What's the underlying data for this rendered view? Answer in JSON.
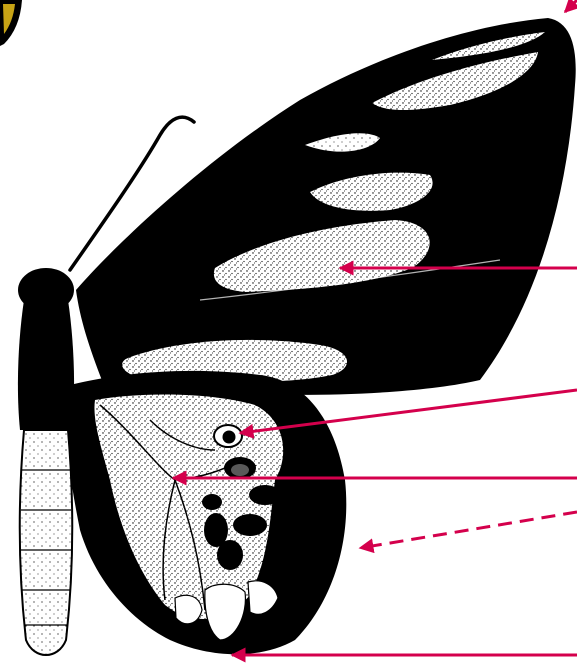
{
  "figure": {
    "subject": "butterfly-wing-illustration",
    "colors": {
      "ink": "#000000",
      "paper": "#ffffff",
      "pointer": "#d4004c",
      "corner_ornament": "#c8a415"
    },
    "pointers": [
      {
        "id": "apex",
        "style": "solid"
      },
      {
        "id": "forewing-pale-patch",
        "style": "solid"
      },
      {
        "id": "hindwing-eyespot",
        "style": "solid"
      },
      {
        "id": "hindwing-cell",
        "style": "solid"
      },
      {
        "id": "hindwing-margin",
        "style": "dashed"
      },
      {
        "id": "hindwing-marginal-spot",
        "style": "solid"
      }
    ]
  }
}
